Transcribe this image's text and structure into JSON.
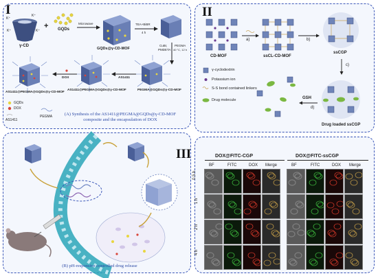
{
  "panels": {
    "I": {
      "numeral": "I",
      "labels": {
        "k1": "K⁺",
        "k2": "K⁺",
        "k3": "K⁺",
        "k4": "K⁺",
        "gamma_cd": "γ-CD",
        "plus": "+",
        "gqds": "GQDs",
        "microwave": "Microwave",
        "teab": "TEA+BiBR",
        "hours4": "4 h",
        "gqds_mof": "GQDs@γ-CD-MOF",
        "cubr": "CuBr,",
        "pmdeta": "PMDETA",
        "pegma": "PEGMA",
        "temp": "40 °C, 12 h",
        "final": "AS1411@PEGMA@GQDs@γ-CD-MOF",
        "dox_step": "DOX",
        "as_step": "AS1411",
        "middle": "AS1411@PEGMA@GQDs@γ-CD-MOF",
        "right": "PEGMA@GQDs@γ-CD-MOF",
        "leg_gqds": "GQDs",
        "leg_dox": "DOX",
        "leg_pegma": "PEGMA",
        "leg_as": "AS1411"
      },
      "caption_1": "(A) Synthesis of the AS1411@PEGMA@GQDs@γ-CD-MOF",
      "caption_2": "composite and the encapsulation of DOX"
    },
    "II": {
      "numeral": "II",
      "labels": {
        "cd_mof": "CD-MOF",
        "sscl": "ssCL-CD-MOF",
        "sscgp": "ssCGP",
        "drug_loaded": "Drug loaded ssCGP",
        "a": "a)",
        "b": "b)",
        "c": "c)",
        "d": "d)",
        "gsh": "GSH"
      },
      "legend": [
        "γ-cyclodextrin",
        "Potassium ion",
        "S-S bond contained linkers",
        "Drug molecule"
      ]
    },
    "B": {
      "caption": "(B) pH-responsive controlled drug release"
    },
    "III": {
      "numeral": "III",
      "group_left": "DOX@FITC-CGP",
      "group_right": "DOX@FITC-ssCGP",
      "columns": [
        "BF",
        "FITC",
        "DOX",
        "Merge",
        "BF",
        "FITC",
        "DOX",
        "Merge"
      ],
      "rows": [
        "0.5 h",
        "1 h",
        "2 h",
        "4 h"
      ]
    }
  },
  "colors": {
    "panel_border": "#3b57b8",
    "panel_bg": "#f4f7fd",
    "mof_cube": "#6a7fb5",
    "gqd_yellow": "#e8d640",
    "dox_red": "#d8453a",
    "drug_green": "#7bb842",
    "potassium": "#6b3b8f",
    "caption_blue": "#2d4aa6",
    "vessel": "#2aa6b8"
  }
}
